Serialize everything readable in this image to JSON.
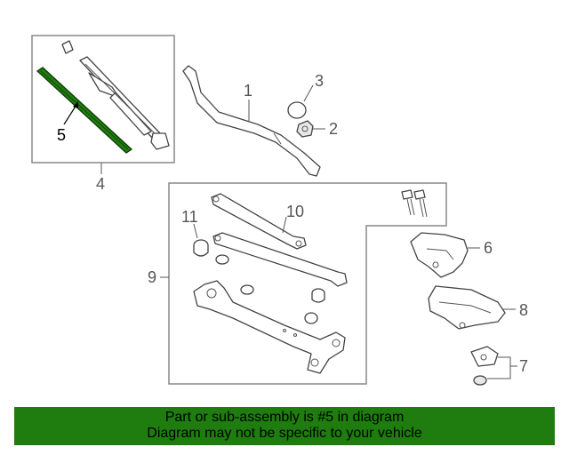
{
  "callouts": {
    "c1": "1",
    "c2": "2",
    "c3": "3",
    "c4": "4",
    "c5": "5",
    "c6": "6",
    "c7": "7",
    "c8": "8",
    "c9": "9",
    "c10": "10",
    "c11": "11"
  },
  "highlight_color": "#1f7c0e",
  "banner": {
    "line1": "Part or sub-assembly is #5 in diagram",
    "line2": "Diagram may not be specific to your vehicle"
  }
}
